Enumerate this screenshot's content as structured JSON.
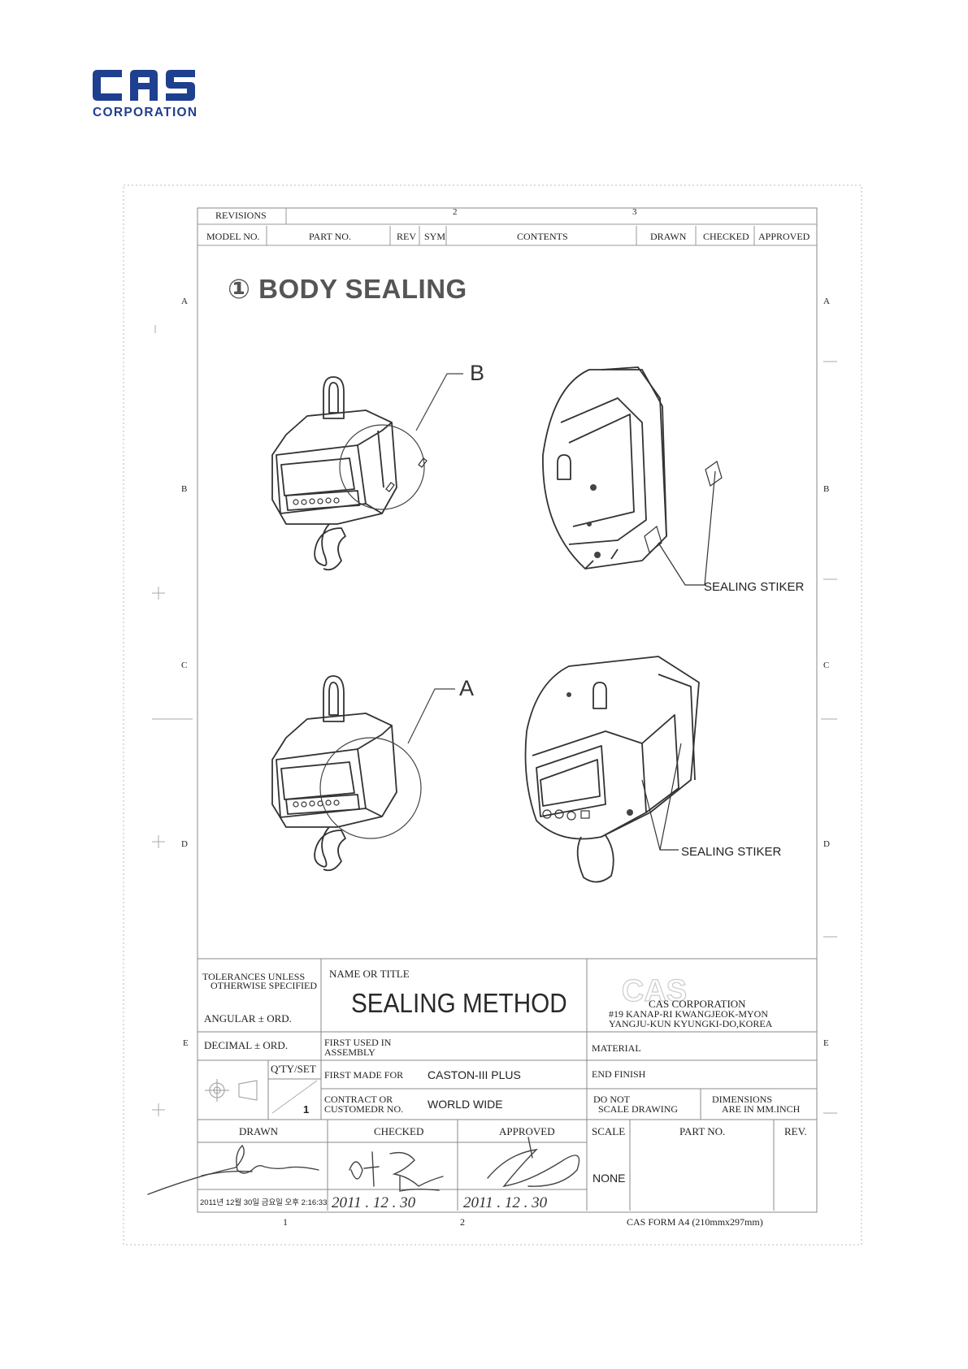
{
  "company": {
    "logo_text": "CAS",
    "logo_subtitle": "CORPORATION",
    "brand_color": "#1f3f8f"
  },
  "revisions_block": {
    "label": "REVISIONS",
    "zone_top": [
      "2",
      "3"
    ],
    "headers": [
      "MODEL NO.",
      "PART NO.",
      "REV",
      "SYM",
      "CONTENTS",
      "DRAWN",
      "CHECKED",
      "APPROVED"
    ]
  },
  "zones": {
    "rows": [
      "A",
      "B",
      "C",
      "D",
      "E"
    ],
    "bottom_cols": [
      "1",
      "2"
    ]
  },
  "drawing": {
    "title": "① BODY SEALING",
    "callout_b": "B",
    "callout_a": "A",
    "sticker_label_1": "SEALING STIKER",
    "sticker_label_2": "SEALING STIKER"
  },
  "title_block": {
    "tolerances_line1": "TOLERANCES UNLESS",
    "tolerances_line2": "OTHERWISE SPECIFIED",
    "angular": "ANGULAR ± ORD.",
    "decimal": "DECIMAL  ± ORD.",
    "qty_label": "Q'TY/SET",
    "qty_value": "1",
    "name_label": "NAME OR TITLE",
    "name_value": "SEALING METHOD",
    "company_watermark": "CAS",
    "company_name": "CAS CORPORATION",
    "company_addr1": "#19 KANAP-RI KWANGJEOK-MYON",
    "company_addr2": "YANGJU-KUN KYUNGKI-DO,KOREA",
    "first_used_1": "FIRST USED IN",
    "first_used_2": "ASSEMBLY",
    "first_made_label": "FIRST MADE FOR",
    "first_made_value": "CASTON-III PLUS",
    "contract_1": "CONTRACT OR",
    "contract_2": "CUSTOMEDR NO.",
    "contract_value": "WORLD WIDE",
    "material": "MATERIAL",
    "end_finish": "END FINISH",
    "do_not_1": "DO NOT",
    "do_not_2": "SCALE DRAWING",
    "dimensions_1": "DIMENSIONS",
    "dimensions_2": "ARE IN MM.INCH",
    "drawn": "DRAWN",
    "checked": "CHECKED",
    "approved": "APPROVED",
    "scale": "SCALE",
    "scale_value": "NONE",
    "part_no": "PART NO.",
    "rev": "REV.",
    "drawn_stamp": "2011년 12월 30일 금요일 오후 2:16:33",
    "checked_date": "2011 . 12 . 30",
    "approved_date": "2011 . 12 . 30",
    "form_note": "CAS FORM A4 (210mmx297mm)"
  }
}
